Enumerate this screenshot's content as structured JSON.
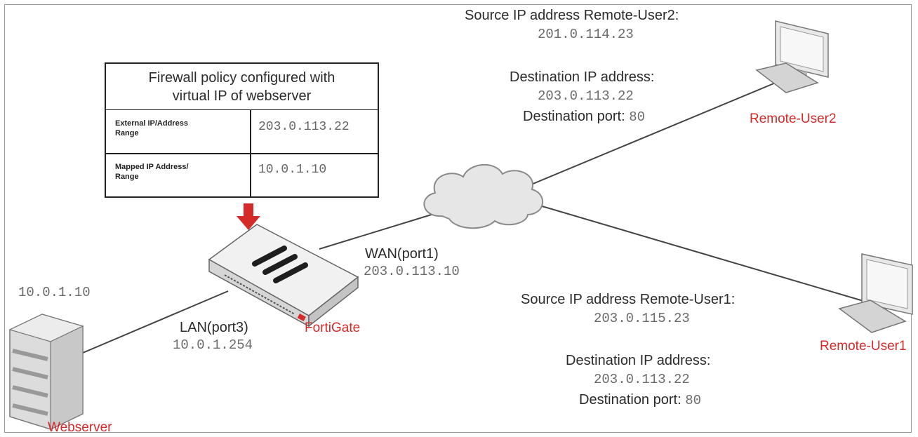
{
  "policy_table": {
    "title_line1": "Firewall policy configured with",
    "title_line2": "virtual IP of webserver",
    "rows": [
      {
        "key_line1": "External IP/Address",
        "key_line2": "Range",
        "value": "203.0.113.22"
      },
      {
        "key_line1": "Mapped IP Address/",
        "key_line2": "Range",
        "value": "10.0.1.10"
      }
    ]
  },
  "remote_user2": {
    "name": "Remote-User2",
    "src_label": "Source IP address Remote-User2:",
    "src_ip": "201.0.114.23",
    "dst_label": "Destination IP address:",
    "dst_ip": "203.0.113.22",
    "port_label": "Destination port:",
    "port_value": "80"
  },
  "remote_user1": {
    "name": "Remote-User1",
    "src_label": "Source IP address Remote-User1:",
    "src_ip": "203.0.115.23",
    "dst_label": "Destination IP address:",
    "dst_ip": "203.0.113.22",
    "port_label": "Destination port:",
    "port_value": "80"
  },
  "fortigate": {
    "name": "FortiGate",
    "wan_label": "WAN(port1)",
    "wan_ip": "203.0.113.10",
    "lan_label": "LAN(port3)",
    "lan_ip": "10.0.1.254"
  },
  "webserver": {
    "name": "Webserver",
    "ip": "10.0.1.10"
  },
  "colors": {
    "device_label": "#d42a2a",
    "arrow": "#d42a2a",
    "line": "#444444"
  }
}
